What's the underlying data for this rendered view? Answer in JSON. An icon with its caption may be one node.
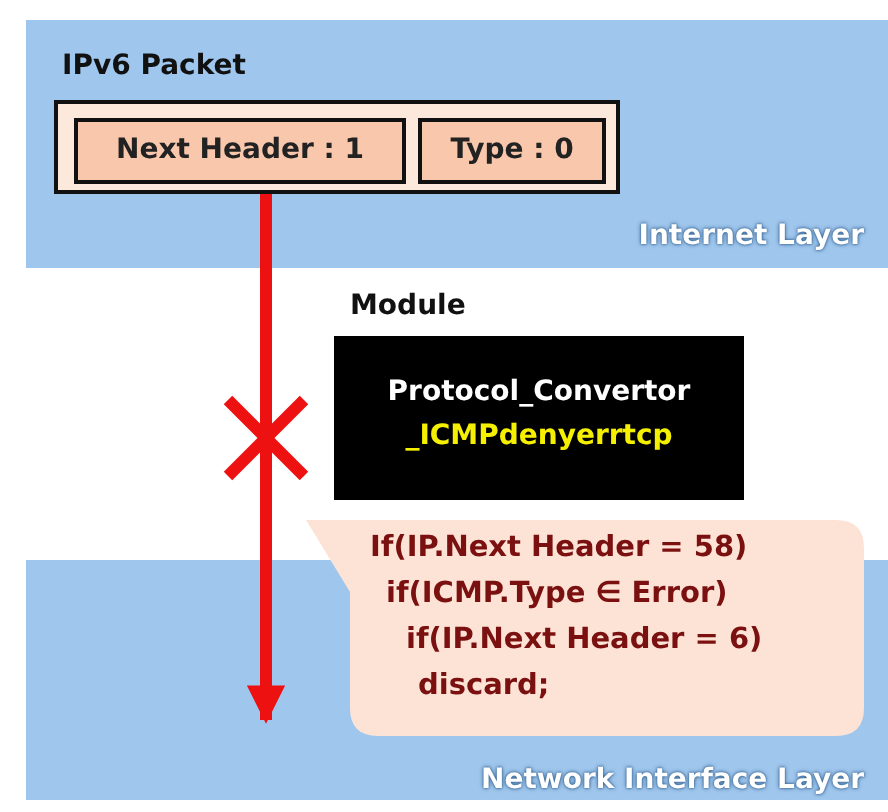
{
  "diagram": {
    "nodes": [
      {
        "text": [
          "Internet Layer"
        ]
      },
      {
        "text": [
          "IPv6 Packet"
        ],
        "in": 0
      },
      {
        "text": [
          "Next Header : 1"
        ],
        "in": 1
      },
      {
        "text": [
          "Type : 0"
        ],
        "in": 1
      },
      {
        "text": [
          "Module",
          "Protocol_Convertor",
          "_ICMPdenyerrtcp"
        ]
      },
      {
        "text": [
          "Network Interface Layer"
        ]
      },
      {
        "text": [
          "If(IP.Next Header = 58)",
          "if(ICMP.Type ∈ Error)",
          "if(IP.Next Header = 6)",
          "discard;"
        ]
      }
    ],
    "edges": [
      {
        "from": 1,
        "to": 5,
        "arrow": "to"
      }
    ]
  }
}
